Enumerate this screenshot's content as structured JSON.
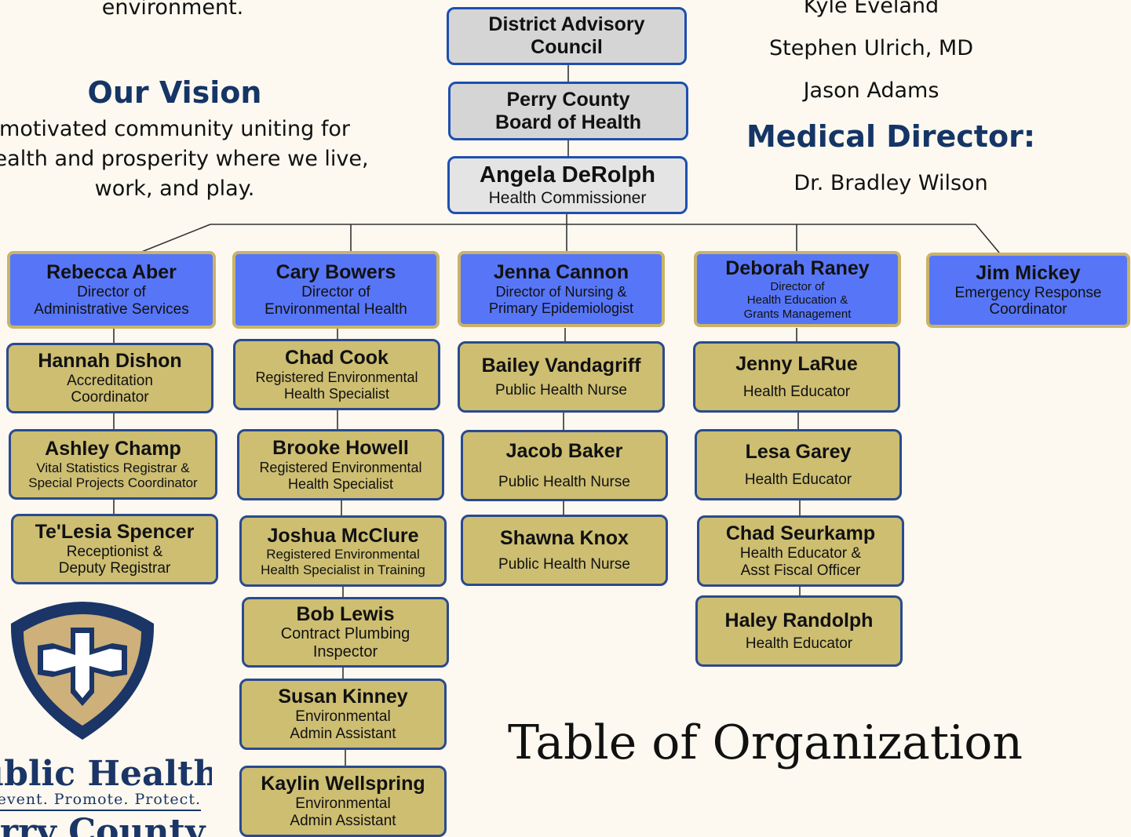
{
  "intro": {
    "mission_tail": "environment.",
    "vision_heading": "Our Vision",
    "vision_lines": [
      "motivated community uniting for",
      "health and prosperity where we live,",
      "work, and play."
    ]
  },
  "board_members": [
    "Kyle Eveland",
    "Stephen Ulrich, MD",
    "Jason Adams"
  ],
  "medical_director": {
    "heading": "Medical Director:",
    "name": "Dr. Bradley Wilson"
  },
  "leadership": [
    {
      "line1": "District Advisory",
      "line2": "Council"
    },
    {
      "line1": "Perry County",
      "line2": "Board of Health"
    },
    {
      "name": "Angela DeRolph",
      "title": "Health Commissioner"
    }
  ],
  "directors": [
    {
      "name": "Rebecca Aber",
      "title_lines": [
        "Director of",
        "Administrative Services"
      ]
    },
    {
      "name": "Cary Bowers",
      "title_lines": [
        "Director of",
        "Environmental Health"
      ]
    },
    {
      "name": "Jenna Cannon",
      "title_lines": [
        "Director of Nursing &",
        "Primary Epidemiologist"
      ]
    },
    {
      "name": "Deborah Raney",
      "title_lines": [
        "Director of",
        "Health Education &",
        "Grants Management"
      ]
    },
    {
      "name": "Jim Mickey",
      "title_lines": [
        "Emergency Response",
        "Coordinator"
      ]
    }
  ],
  "staff": [
    [
      {
        "name": "Hannah Dishon",
        "title_lines": [
          "Accreditation",
          "Coordinator"
        ]
      },
      {
        "name": "Ashley Champ",
        "title_lines": [
          "Vital Statistics Registrar &",
          "Special Projects Coordinator"
        ]
      },
      {
        "name": "Te'Lesia Spencer",
        "title_lines": [
          "Receptionist &",
          "Deputy Registrar"
        ]
      }
    ],
    [
      {
        "name": "Chad Cook",
        "title_lines": [
          "Registered Environmental",
          "Health Specialist"
        ]
      },
      {
        "name": "Brooke Howell",
        "title_lines": [
          "Registered Environmental",
          "Health Specialist"
        ]
      },
      {
        "name": "Joshua McClure",
        "title_lines": [
          "Registered Environmental",
          "Health Specialist in Training"
        ]
      },
      {
        "name": "Bob Lewis",
        "title_lines": [
          "Contract Plumbing",
          "Inspector"
        ]
      },
      {
        "name": "Susan Kinney",
        "title_lines": [
          "Environmental",
          "Admin Assistant"
        ]
      },
      {
        "name": "Kaylin Wellspring",
        "title_lines": [
          "Environmental",
          "Admin Assistant"
        ]
      }
    ],
    [
      {
        "name": "Bailey Vandagriff",
        "title_lines": [
          "Public Health Nurse"
        ]
      },
      {
        "name": "Jacob Baker",
        "title_lines": [
          "Public Health Nurse"
        ]
      },
      {
        "name": "Shawna Knox",
        "title_lines": [
          "Public Health Nurse"
        ]
      }
    ],
    [
      {
        "name": "Jenny LaRue",
        "title_lines": [
          "Health Educator"
        ]
      },
      {
        "name": "Lesa Garey",
        "title_lines": [
          "Health Educator"
        ]
      },
      {
        "name": "Chad Seurkamp",
        "title_lines": [
          "Health Educator &",
          "Asst Fiscal Officer"
        ]
      },
      {
        "name": "Haley Randolph",
        "title_lines": [
          "Health Educator"
        ]
      }
    ]
  ],
  "page_title": "Table of Organization",
  "logo": {
    "wordmark": "Public Health",
    "tagline": "Prevent. Promote. Protect.",
    "county": "Perry County"
  },
  "colors": {
    "director_fill": "#5776f7",
    "staff_fill": "#cdbe72",
    "leadership_fill": "#d5d5d5",
    "heading": "#153566"
  }
}
